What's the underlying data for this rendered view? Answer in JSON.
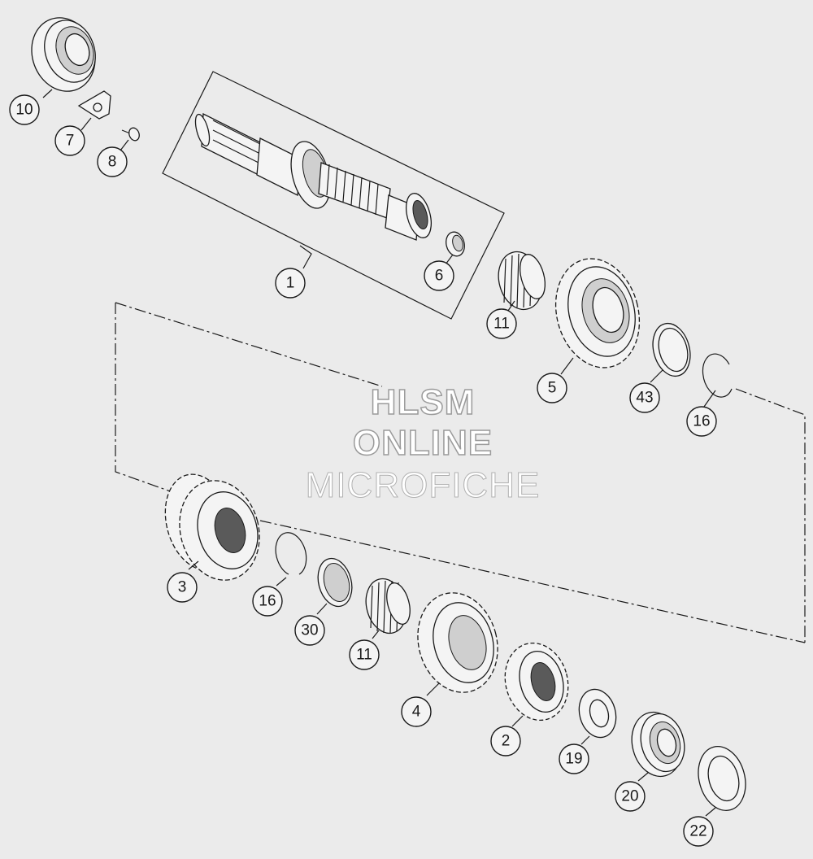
{
  "watermark": {
    "line1": "HLSM",
    "line2": "ONLINE",
    "line3": "MICROFICHE"
  },
  "callouts": [
    "10",
    "7",
    "8",
    "1",
    "6",
    "11",
    "5",
    "43",
    "16",
    "3",
    "16",
    "30",
    "11",
    "4",
    "2",
    "19",
    "20",
    "22"
  ]
}
